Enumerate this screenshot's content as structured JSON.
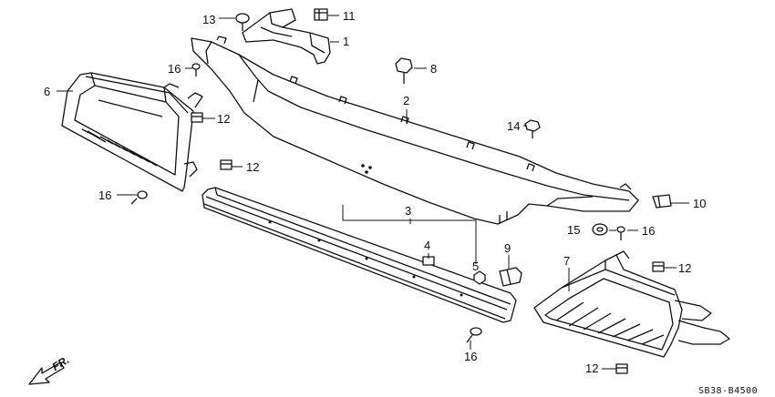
{
  "diagram": {
    "drawing_code": "SB38-B4500",
    "direction_label": "FR.",
    "callouts": [
      {
        "id": "c1",
        "label": "1"
      },
      {
        "id": "c2",
        "label": "2"
      },
      {
        "id": "c3",
        "label": "3"
      },
      {
        "id": "c4",
        "label": "4"
      },
      {
        "id": "c5",
        "label": "5"
      },
      {
        "id": "c6",
        "label": "6"
      },
      {
        "id": "c7",
        "label": "7"
      },
      {
        "id": "c8",
        "label": "8"
      },
      {
        "id": "c9",
        "label": "9"
      },
      {
        "id": "c10",
        "label": "10"
      },
      {
        "id": "c11",
        "label": "11"
      },
      {
        "id": "c12a",
        "label": "12"
      },
      {
        "id": "c12b",
        "label": "12"
      },
      {
        "id": "c12c",
        "label": "12"
      },
      {
        "id": "c12d",
        "label": "12"
      },
      {
        "id": "c13",
        "label": "13"
      },
      {
        "id": "c14",
        "label": "14"
      },
      {
        "id": "c15",
        "label": "15"
      },
      {
        "id": "c16a",
        "label": "16"
      },
      {
        "id": "c16b",
        "label": "16"
      },
      {
        "id": "c16c",
        "label": "16"
      },
      {
        "id": "c16d",
        "label": "16"
      }
    ]
  }
}
